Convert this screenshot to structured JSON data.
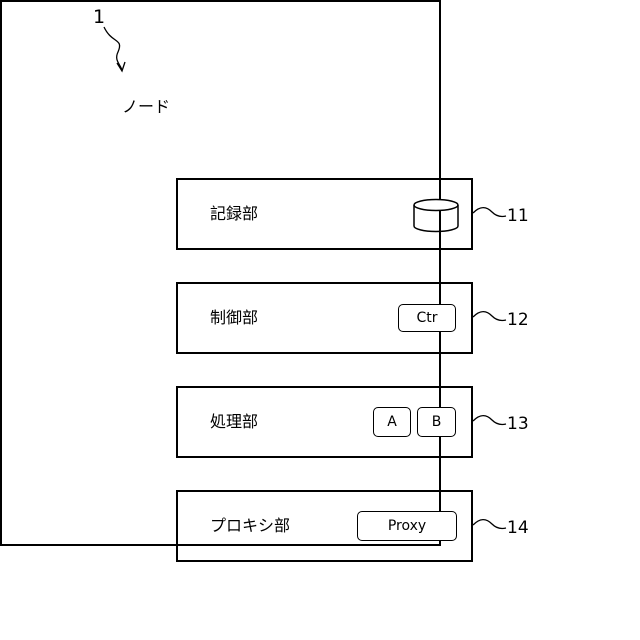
{
  "figure": {
    "number": "1"
  },
  "node": {
    "title": "ノード",
    "units": [
      {
        "label": "記録部",
        "icon": "database-cylinder-icon",
        "ref": "11"
      },
      {
        "label": "制御部",
        "chip": "Ctr",
        "ref": "12"
      },
      {
        "label": "処理部",
        "chips": [
          "A",
          "B"
        ],
        "ref": "13"
      },
      {
        "label": "プロキシ部",
        "chip": "Proxy",
        "ref": "14"
      }
    ]
  }
}
